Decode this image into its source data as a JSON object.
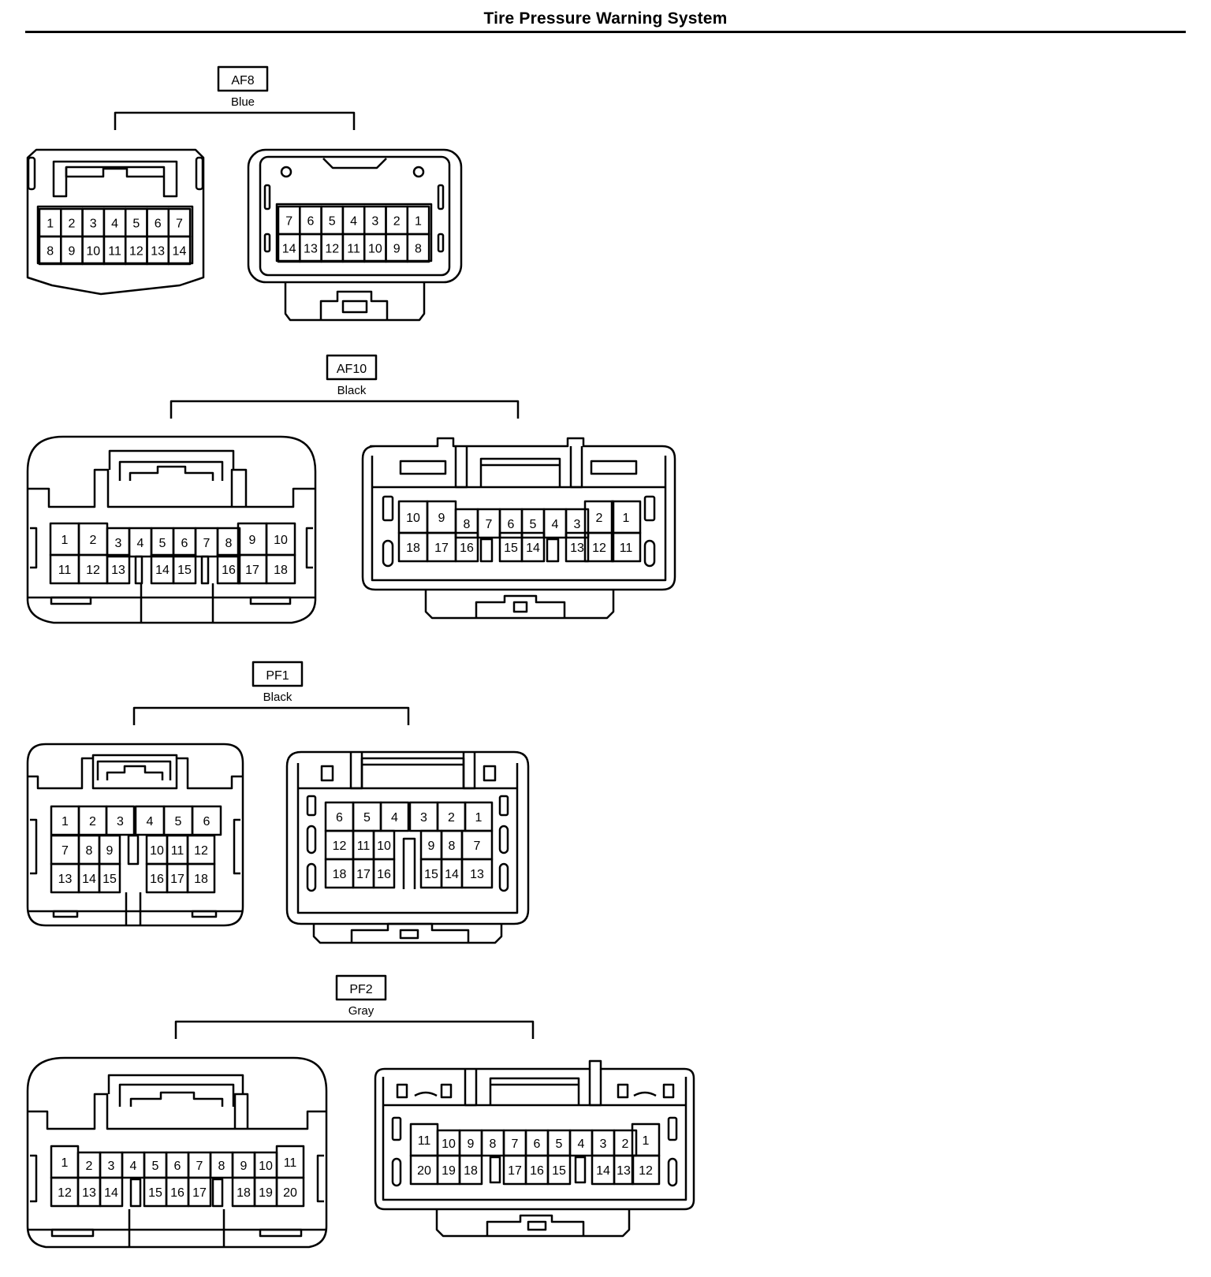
{
  "title": "Tire Pressure Warning System",
  "connectors": [
    {
      "id": "AF8",
      "color": "Blue",
      "left": {
        "rows": [
          [
            "1",
            "2",
            "3",
            "4",
            "5",
            "6",
            "7"
          ],
          [
            "8",
            "9",
            "10",
            "11",
            "12",
            "13",
            "14"
          ]
        ]
      },
      "right": {
        "rows": [
          [
            "7",
            "6",
            "5",
            "4",
            "3",
            "2",
            "1"
          ],
          [
            "14",
            "13",
            "12",
            "11",
            "10",
            "9",
            "8"
          ]
        ]
      }
    },
    {
      "id": "AF10",
      "color": "Black",
      "left": {
        "top": [
          "1",
          "2",
          "3",
          "4",
          "5",
          "6",
          "7",
          "8",
          "9",
          "10"
        ],
        "bottom": [
          "11",
          "12",
          "13",
          "14",
          "15",
          "16",
          "17",
          "18"
        ]
      },
      "right": {
        "top": [
          "10",
          "9",
          "8",
          "7",
          "6",
          "5",
          "4",
          "3",
          "2",
          "1"
        ],
        "bottom": [
          "18",
          "17",
          "16",
          "15",
          "14",
          "13",
          "12",
          "11"
        ]
      }
    },
    {
      "id": "PF1",
      "color": "Black",
      "left": {
        "rows": [
          [
            "1",
            "2",
            "3",
            "4",
            "5",
            "6"
          ],
          [
            "7",
            "8",
            "9",
            "10",
            "11",
            "12"
          ],
          [
            "13",
            "14",
            "15",
            "16",
            "17",
            "18"
          ]
        ]
      },
      "right": {
        "rows": [
          [
            "6",
            "5",
            "4",
            "3",
            "2",
            "1"
          ],
          [
            "12",
            "11",
            "10",
            "9",
            "8",
            "7"
          ],
          [
            "18",
            "17",
            "16",
            "15",
            "14",
            "13"
          ]
        ]
      }
    },
    {
      "id": "PF2",
      "color": "Gray",
      "left": {
        "top": [
          "1",
          "2",
          "3",
          "4",
          "5",
          "6",
          "7",
          "8",
          "9",
          "10",
          "11"
        ],
        "bottom": [
          "12",
          "13",
          "14",
          "15",
          "16",
          "17",
          "18",
          "19",
          "20"
        ]
      },
      "right": {
        "top": [
          "11",
          "10",
          "9",
          "8",
          "7",
          "6",
          "5",
          "4",
          "3",
          "2",
          "1"
        ],
        "bottom": [
          "20",
          "19",
          "18",
          "17",
          "16",
          "15",
          "14",
          "13",
          "12"
        ]
      }
    }
  ]
}
